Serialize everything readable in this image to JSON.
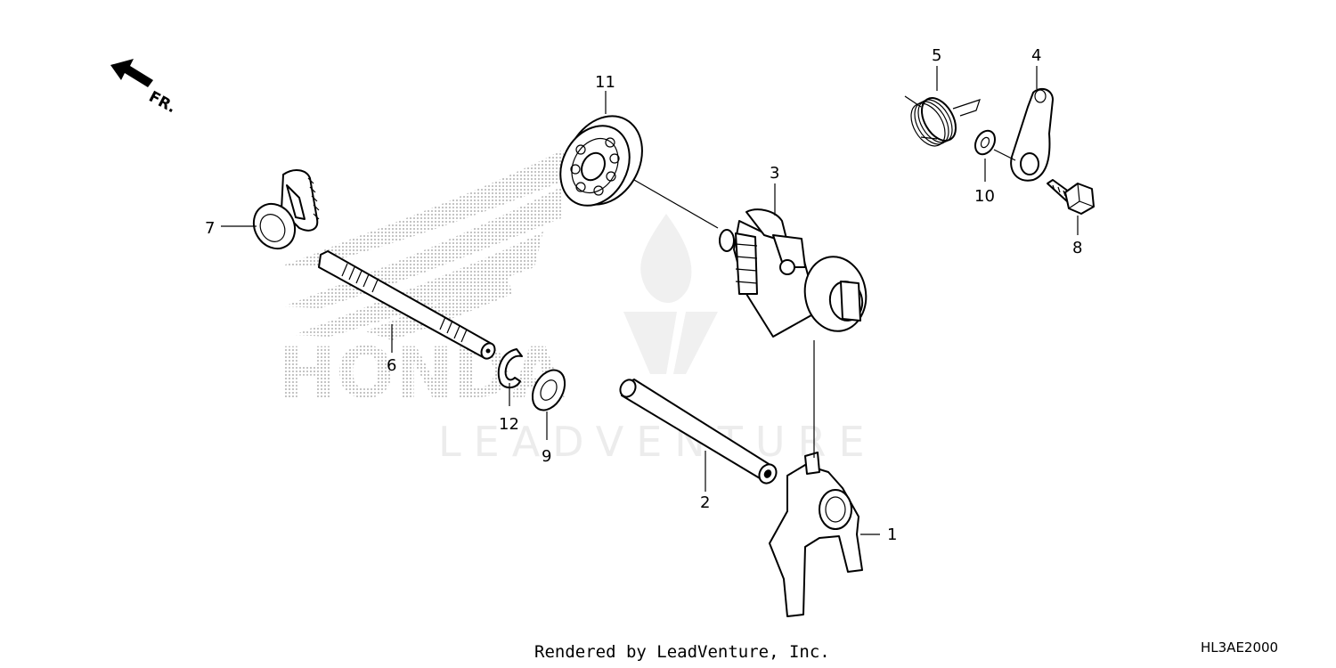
{
  "diagram": {
    "direction_label": "FR.",
    "watermark_text": "LEADVENTURE",
    "background_logo": "HONDA",
    "footer_text": "Rendered by LeadVenture, Inc.",
    "diagram_code": "HL3AE2000",
    "callouts": [
      "1",
      "2",
      "3",
      "4",
      "5",
      "6",
      "7",
      "8",
      "9",
      "10",
      "11",
      "12"
    ]
  }
}
